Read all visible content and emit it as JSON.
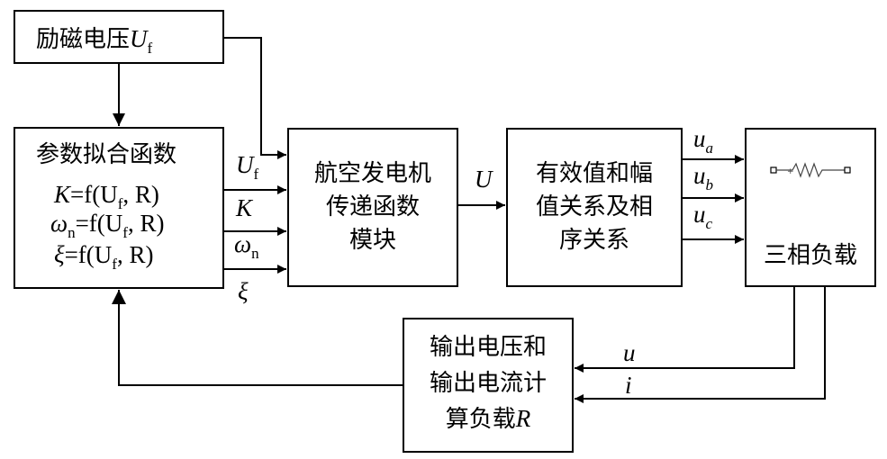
{
  "blocks": {
    "excitation": {
      "label": "励磁电压",
      "sym": "U",
      "sub": "f"
    },
    "fitting": {
      "title": "参数拟合函数",
      "eq_k": {
        "lhs": "K",
        "lhs_sub": "",
        "mid": "=f(U",
        "mid_sub": "f",
        "rhs": ", R)"
      },
      "eq_wn": {
        "lhs": "ω",
        "lhs_sub": "n",
        "mid": "=f(U",
        "mid_sub": "f",
        "rhs": ", R)"
      },
      "eq_xi": {
        "lhs": "ξ",
        "lhs_sub": "",
        "mid": "=f(U",
        "mid_sub": "f",
        "rhs": ", R)"
      }
    },
    "generator": {
      "line1": "航空发电机",
      "line2": "传递函数",
      "line3": "模块"
    },
    "relation": {
      "line1": "有效值和幅",
      "line2": "值关系及相",
      "line3": "序关系"
    },
    "load": {
      "label": "三相负载"
    },
    "output_calc": {
      "line1": "输出电压和",
      "line2": "输出电流计",
      "line3": "算负载",
      "sym": "R"
    }
  },
  "signals": {
    "uf": {
      "sym": "U",
      "sub": "f"
    },
    "k": {
      "sym": "K"
    },
    "wn": {
      "sym": "ω",
      "sub": "n"
    },
    "xi": {
      "sym": "ξ"
    },
    "u_cap": {
      "sym": "U"
    },
    "ua": {
      "sym": "u",
      "sub": "a"
    },
    "ub": {
      "sym": "u",
      "sub": "b"
    },
    "uc": {
      "sym": "u",
      "sub": "c"
    },
    "u_fb": {
      "sym": "u"
    },
    "i_fb": {
      "sym": "i"
    }
  }
}
